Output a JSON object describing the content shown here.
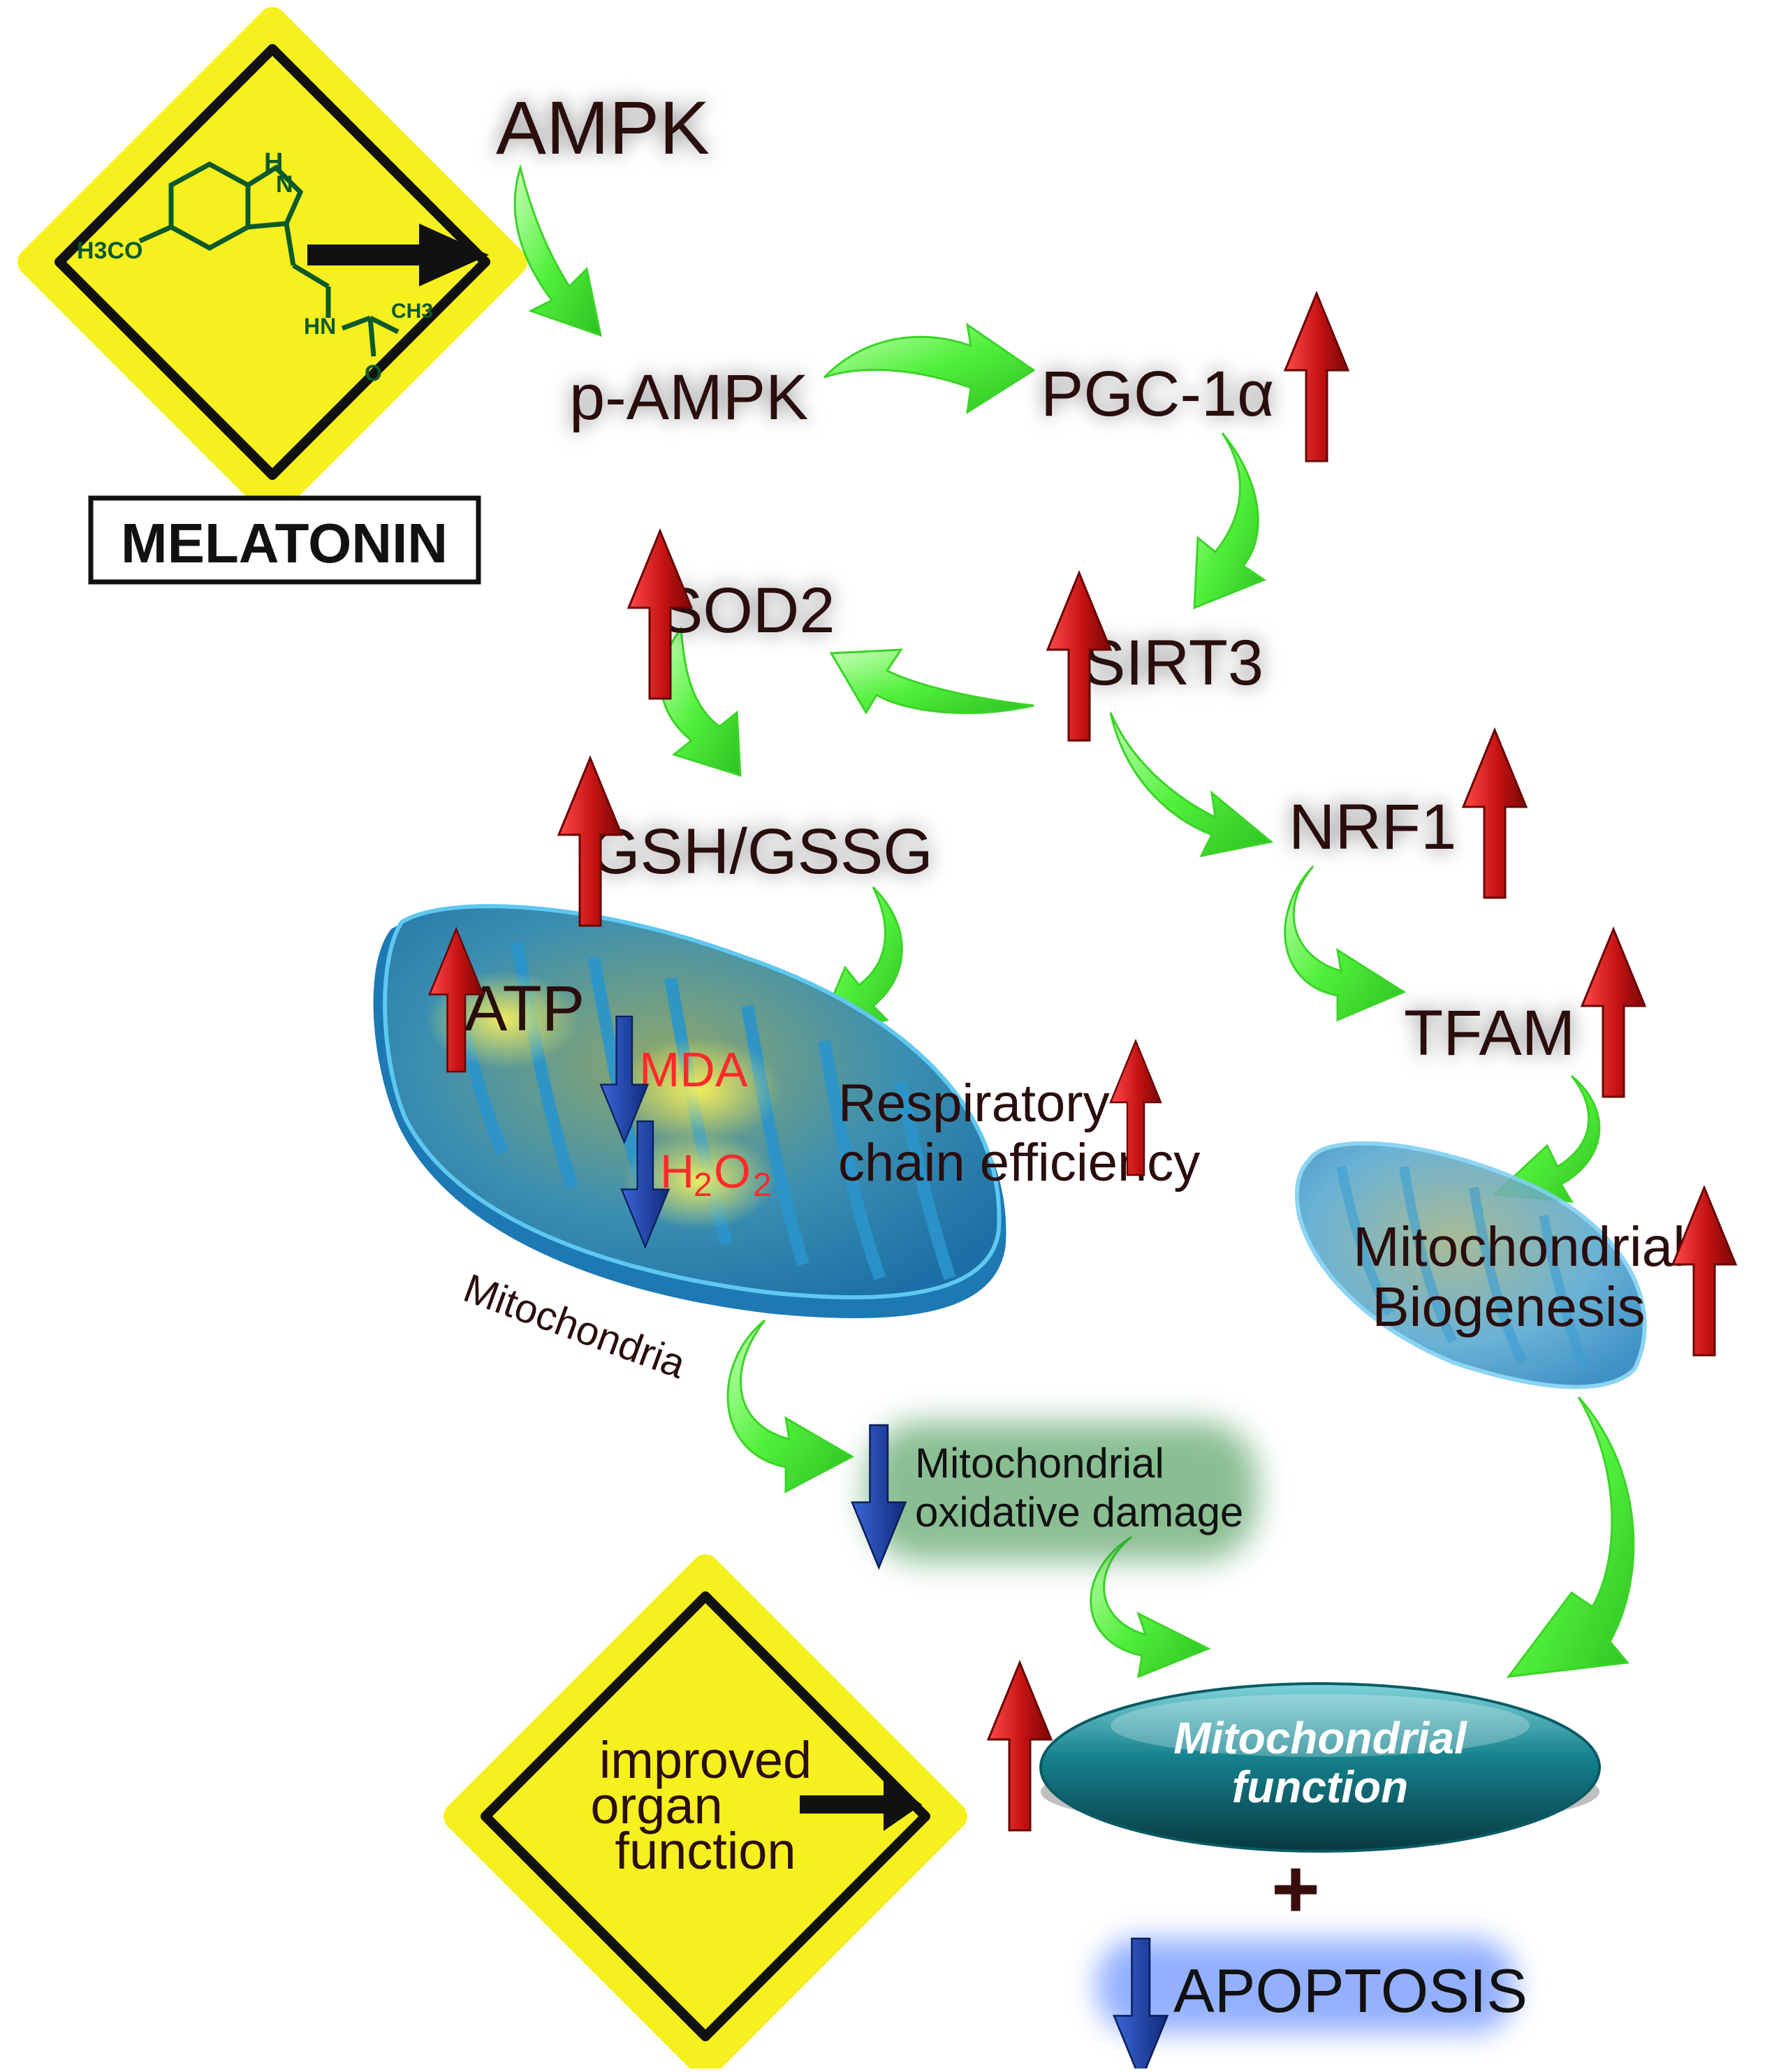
{
  "melatonin": {
    "label": "MELATONIN",
    "structure": {
      "nh": "H",
      "nh_n": "N",
      "methoxy": "H3CO",
      "amide_nh": "HN",
      "methyl": "CH3",
      "oxygen": "O"
    }
  },
  "nodes": {
    "ampk": "AMPK",
    "p_ampk": "p-AMPK",
    "pgc1a": "PGC-1α",
    "sirt3": "SIRT3",
    "sod2": "SOD2",
    "gsh_gssg": "GSH/GSSG",
    "nrf1": "NRF1",
    "tfam": "TFAM",
    "atp": "ATP",
    "mda": "MDA",
    "h2o2_h": "H",
    "h2o2_2a": "2",
    "h2o2_o": "O",
    "h2o2_2b": "2",
    "respiratory_line1": "Respiratory",
    "respiratory_line2": "chain efficiency",
    "mitochondria_label": "Mitochondria",
    "biogenesis_line1": "Mitochondrial",
    "biogenesis_line2": "Biogenesis",
    "damage_line1": "Mitochondrial",
    "damage_line2": "oxidative damage",
    "function_line1": "Mitochondrial",
    "function_line2": "function",
    "plus": "+",
    "apoptosis": "APOPTOSIS",
    "organ_line1": "improved",
    "organ_line2": "organ",
    "organ_line3": "function"
  },
  "colors": {
    "sign_yellow": "#f5f01e",
    "sign_border": "#111111",
    "flow_arrow": "#52f03c",
    "up_arrow": "#d41818",
    "down_arrow": "#1a3a9a",
    "node_text": "#2a0d0d",
    "marker_red": "#ff2a2a",
    "mito_blue": "#2aa3d8",
    "pill_teal": "#0f7f8c",
    "structure_green": "#0c5a2a"
  }
}
